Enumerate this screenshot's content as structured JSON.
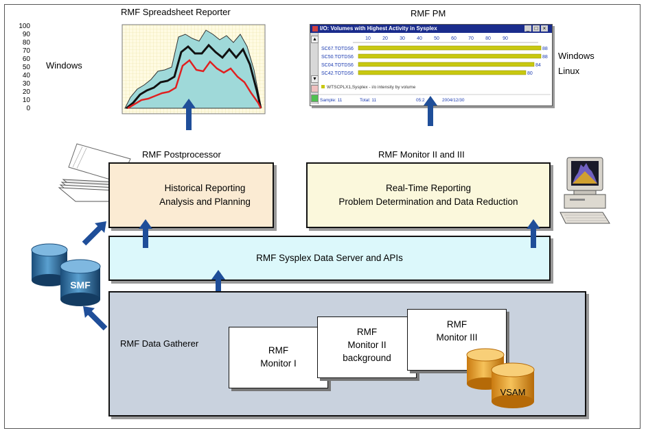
{
  "spreadsheet_reporter": {
    "title": "RMF Spreadsheet Reporter",
    "platform": "Windows",
    "y_ticks": [
      "100",
      "90",
      "80",
      "70",
      "60",
      "50",
      "40",
      "30",
      "20",
      "10",
      "0"
    ]
  },
  "pm": {
    "title": "RMF PM",
    "platform_line1": "Windows",
    "platform_line2": "Linux",
    "window_title": "I/O: Volumes with Highest Activity in Sysplex",
    "axis_ticks": [
      "10",
      "20",
      "30",
      "40",
      "50",
      "60",
      "70",
      "80",
      "90"
    ],
    "rows": [
      {
        "name": "SC67.TOTDS6",
        "value": "88"
      },
      {
        "name": "SC50.TOTDS6",
        "value": "88"
      },
      {
        "name": "SC04.TOTDS6",
        "value": "84"
      },
      {
        "name": "SC42.TOTDS6",
        "value": "80"
      }
    ],
    "legend": "WTSCPLX1,Sysplex - i/o intensity by volume",
    "status_sample": "Sample: 11",
    "status_total": "Total: 11",
    "status_time": "05:2",
    "status_date": "2004/12/30"
  },
  "postprocessor": {
    "label": "RMF Postprocessor",
    "line1": "Historical Reporting",
    "line2": "Analysis  and Planning"
  },
  "monitor23": {
    "label": "RMF Monitor II and III",
    "line1": "Real-Time Reporting",
    "line2": "Problem Determination and Data Reduction"
  },
  "data_server": {
    "label": "RMF Sysplex Data Server and APIs"
  },
  "smf": {
    "label": "SMF"
  },
  "gatherer": {
    "label": "RMF Data Gatherer",
    "monitor1": {
      "line1": "RMF",
      "line2": "Monitor I"
    },
    "monitor2": {
      "line1": "RMF",
      "line2": "Monitor II",
      "line3": "background"
    },
    "monitor3": {
      "line1": "RMF",
      "line2": "Monitor III"
    },
    "vsam": "VSAM"
  },
  "colors": {
    "arrow": "#1f4e99",
    "postprocessor_bg": "#fbebd3",
    "monitor23_bg": "#fbf8dc",
    "server_bg": "#dcf8fb",
    "gatherer_bg": "#c9d2de",
    "vsam": "#f2a93b",
    "smf": "#2f6f9e"
  }
}
